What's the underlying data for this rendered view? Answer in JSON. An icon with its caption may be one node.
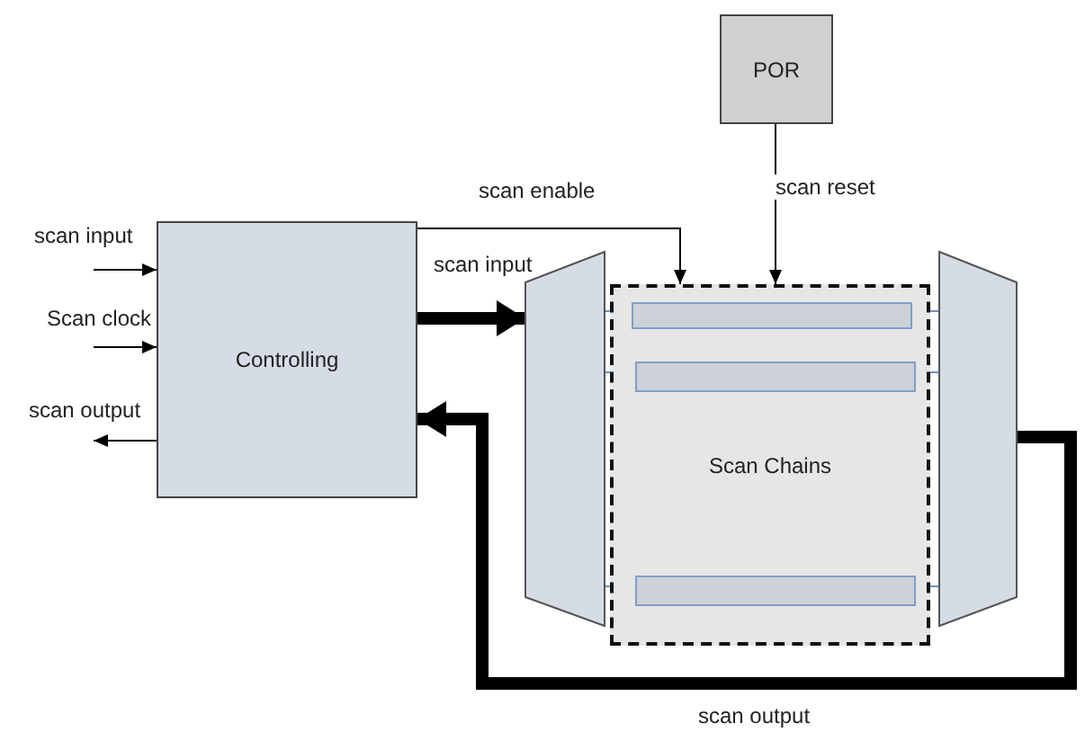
{
  "diagram": {
    "nodes": [
      {
        "text": [
          "POR"
        ]
      },
      {
        "text": [
          "Controlling"
        ]
      },
      {
        "text": [],
        "shape": "trapezoid"
      },
      {
        "text": [
          "Scan Chains"
        ]
      },
      {
        "text": [],
        "shape": "bar",
        "in": 3
      },
      {
        "text": [],
        "shape": "bar",
        "in": 3
      },
      {
        "text": [],
        "shape": "bar",
        "in": 3
      },
      {
        "text": [],
        "shape": "trapezoid"
      }
    ],
    "edges": [
      {
        "from": null,
        "to": 1,
        "arrow": "to",
        "label": "scan input"
      },
      {
        "from": null,
        "to": 1,
        "arrow": "to",
        "label": "Scan clock"
      },
      {
        "from": 1,
        "to": null,
        "arrow": "to",
        "label": "scan output"
      },
      {
        "from": 1,
        "to": 3,
        "arrow": "to",
        "label": "scan enable"
      },
      {
        "from": 0,
        "to": 3,
        "arrow": "to",
        "label": "scan reset"
      },
      {
        "from": 1,
        "to": 2,
        "arrow": "to",
        "label": "scan input",
        "style": "thick"
      },
      {
        "from": 7,
        "to": 1,
        "arrow": "to",
        "label": "scan output",
        "style": "thick"
      },
      {
        "from": 2,
        "to": 4,
        "arrow": "none",
        "color": "#6f93c4"
      },
      {
        "from": 2,
        "to": 5,
        "arrow": "none",
        "color": "#6f93c4"
      },
      {
        "from": 2,
        "to": 6,
        "arrow": "none",
        "color": "#6f93c4"
      },
      {
        "from": 4,
        "to": 7,
        "arrow": "none",
        "color": "#6f93c4"
      },
      {
        "from": 5,
        "to": 7,
        "arrow": "none",
        "color": "#6f93c4"
      },
      {
        "from": 6,
        "to": 7,
        "arrow": "none",
        "color": "#6f93c4"
      }
    ]
  }
}
